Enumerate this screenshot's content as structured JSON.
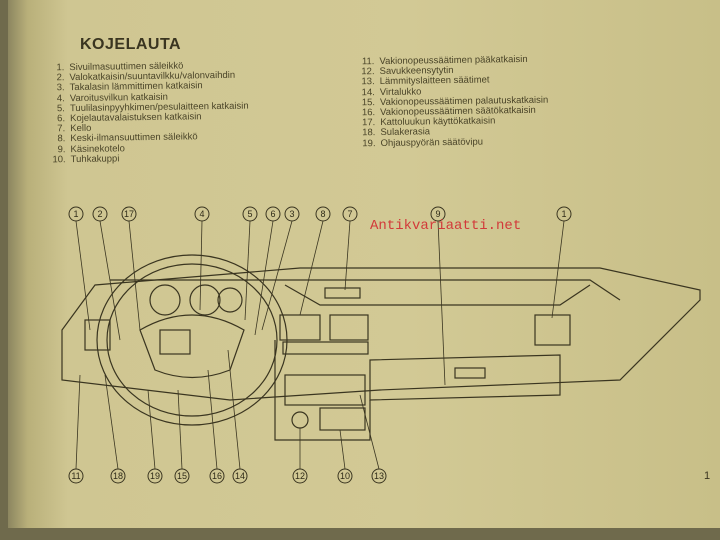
{
  "title": "KOJELAUTA",
  "left_items": [
    {
      "n": "1.",
      "t": "Sivuilmasuuttimen säleikkö"
    },
    {
      "n": "2.",
      "t": "Valokatkaisin/suuntavilkku/valonvaihdin"
    },
    {
      "n": "3.",
      "t": "Takalasin lämmittimen katkaisin"
    },
    {
      "n": "4.",
      "t": "Varoitusvilkun katkaisin"
    },
    {
      "n": "5.",
      "t": "Tuulilasinpyyhkimen/pesulaitteen katkaisin"
    },
    {
      "n": "6.",
      "t": "Kojelautavalaistuksen katkaisin"
    },
    {
      "n": "7.",
      "t": "Kello"
    },
    {
      "n": "8.",
      "t": "Keski-ilmansuuttimen säleikkö"
    },
    {
      "n": "9.",
      "t": "Käsinekotelo"
    },
    {
      "n": "10.",
      "t": "Tuhkakuppi"
    }
  ],
  "right_items": [
    {
      "n": "11.",
      "t": "Vakionopeussäätimen pääkatkaisin"
    },
    {
      "n": "12.",
      "t": "Savukkeensytytin"
    },
    {
      "n": "13.",
      "t": "Lämmityslaitteen säätimet"
    },
    {
      "n": "14.",
      "t": "Virtalukko"
    },
    {
      "n": "15.",
      "t": "Vakionopeussäätimen palautuskatkaisin"
    },
    {
      "n": "16.",
      "t": "Vakionopeussäätimen säätökatkaisin"
    },
    {
      "n": "17.",
      "t": "Kattoluukun käyttökatkaisin"
    },
    {
      "n": "18.",
      "t": "Sulakerasia"
    },
    {
      "n": "19.",
      "t": "Ohjauspyörän säätövipu"
    }
  ],
  "callouts_top": [
    "1",
    "2",
    "17",
    "4",
    "5",
    "6",
    "3",
    "8",
    "7",
    "9",
    "1"
  ],
  "callouts_bottom": [
    "11",
    "18",
    "19",
    "15",
    "16",
    "14",
    "12",
    "10",
    "13"
  ],
  "watermark": "Antikvariaatti.net",
  "page_number": "1"
}
